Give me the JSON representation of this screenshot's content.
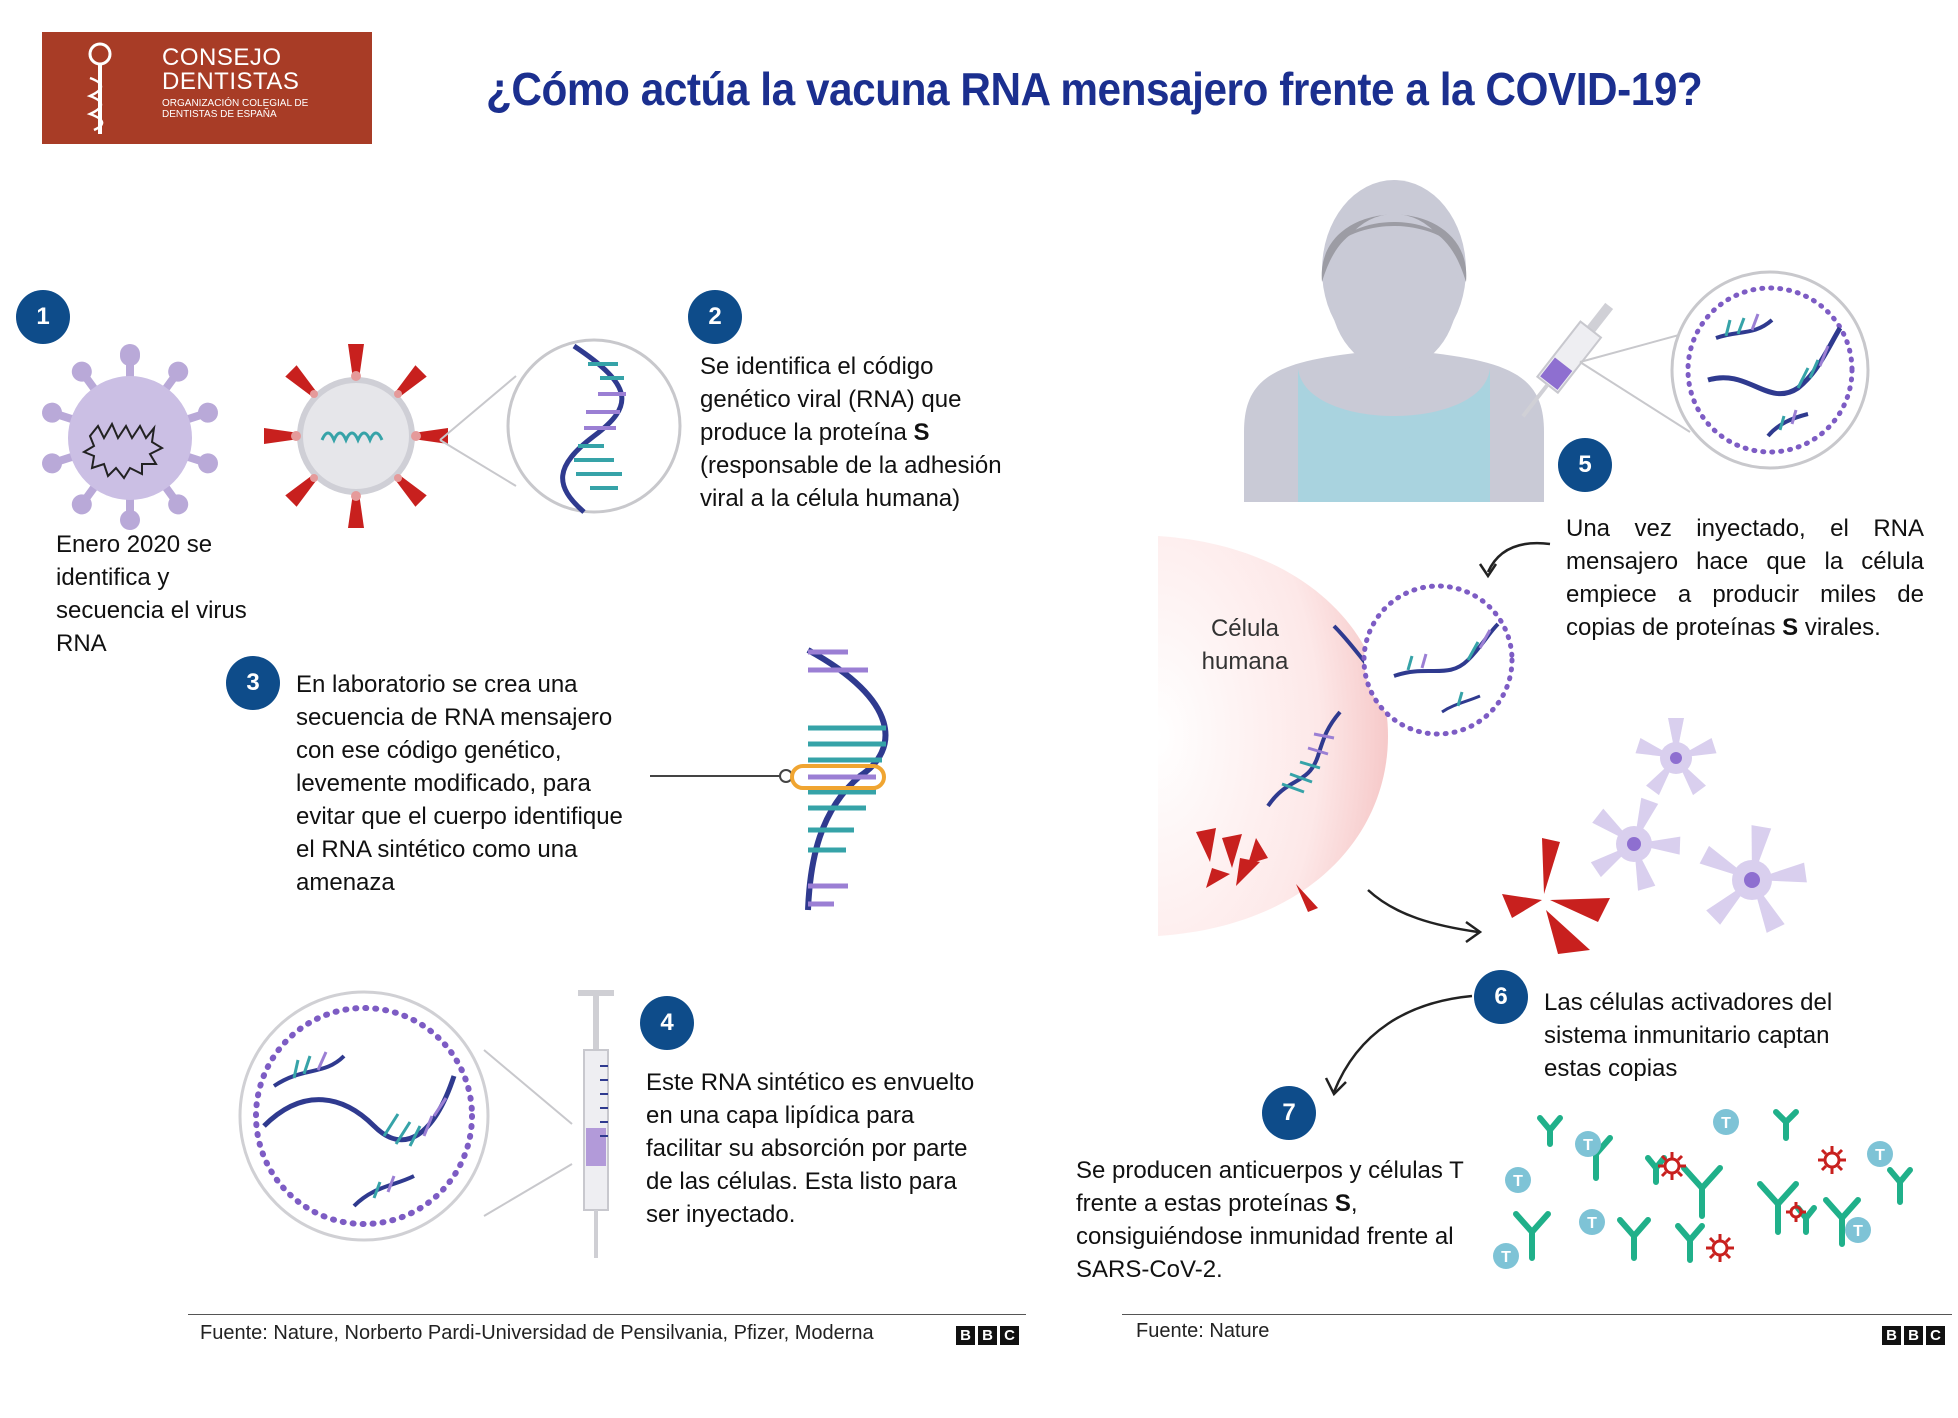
{
  "logo": {
    "line1": "CONSEJO",
    "line2": "DENTISTAS",
    "line3": "ORGANIZACIÓN COLEGIAL DE DENTISTAS DE ESPAÑA",
    "bg_color": "#a83c26"
  },
  "title": "¿Cómo actúa la vacuna RNA mensajero frente a la COVID-19?",
  "badge_color": "#0e4c8a",
  "steps": [
    {
      "number": "1",
      "text": "Enero 2020 se identifica y secuencia el virus RNA"
    },
    {
      "number": "2",
      "text_html": "Se identifica el código genético viral (RNA) que produce la proteína <b>S</b> (responsable de la adhesión viral a la célula humana)",
      "text_parts": [
        "Se identifica el código genético viral (RNA) que produce la proteína ",
        "S",
        " (responsable de la adhesión viral a la célula humana)"
      ]
    },
    {
      "number": "3",
      "text": "En laboratorio se crea una secuencia de RNA mensajero con ese código genético, levemente modificado,  para evitar que el cuerpo identifique el RNA sintético como una amenaza"
    },
    {
      "number": "4",
      "text": "Este RNA sintético es envuelto en una capa lipídica para facilitar su absorción por parte de las células. Esta listo para ser inyectado."
    },
    {
      "number": "5",
      "text_parts": [
        "Una vez inyectado, el RNA mensajero hace que la célula empiece a producir miles de copias de proteínas ",
        "S",
        " virales."
      ]
    },
    {
      "number": "6",
      "text": "Las células activadores del sistema inmunitario captan estas copias"
    },
    {
      "number": "7",
      "text_parts": [
        "Se producen anticuerpos y células T frente a estas proteínas ",
        "S",
        ", consiguiéndose inmunidad frente al SARS-CoV-2."
      ]
    }
  ],
  "cell_label": "Célula humana",
  "t_cell_label": "T",
  "sources": {
    "left": "Fuente: Nature, Norberto Pardi-Universidad de Pensilvania, Pfizer, Moderna",
    "right": "Fuente: Nature",
    "bbc": [
      "B",
      "B",
      "C"
    ]
  },
  "colors": {
    "title": "#1b2f8f",
    "virus_purple": "#b9a9d8",
    "spike_red": "#c8201e",
    "rna_navy": "#2f3a8f",
    "rna_teal": "#36a3a8",
    "rna_violet": "#9b7fd4",
    "lipid_dots": "#7d5cc4",
    "antibody_green": "#20b08a",
    "tcell_blue": "#7ec3d6",
    "person_grey": "#c9cad6",
    "shirt_blue": "#a9d3df"
  }
}
